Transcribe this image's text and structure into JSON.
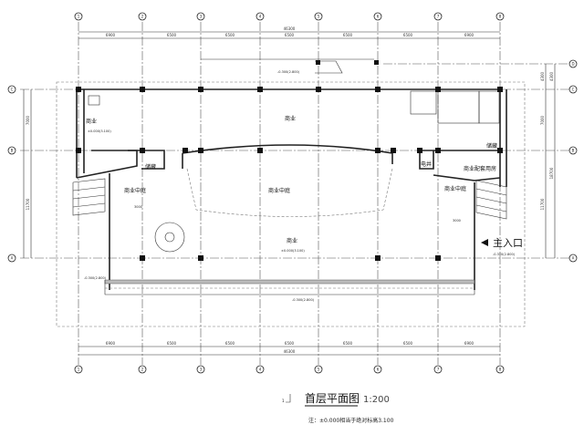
{
  "drawing": {
    "title": "首层平面图",
    "scale": "1:200",
    "note": "注：±0.000相当于绝对标高3.100",
    "section_mark": "1"
  },
  "grid": {
    "columns": [
      "1",
      "2",
      "3",
      "4",
      "5",
      "6",
      "7",
      "8"
    ],
    "rows": [
      "A",
      "B",
      "C",
      "D"
    ]
  },
  "dimensions": {
    "top_total": "46300",
    "top_spans": [
      "6900",
      "6500",
      "6500",
      "6500",
      "6500",
      "6500",
      "6900"
    ],
    "bottom_total": "46300",
    "bottom_spans": [
      "6900",
      "6500",
      "6500",
      "6500",
      "6500",
      "6500",
      "6900"
    ],
    "right_outer": [
      "4300",
      "18700"
    ],
    "right_inner": [
      "4300",
      "7000",
      "11700"
    ],
    "left": [
      "7000",
      "11700"
    ]
  },
  "rooms": {
    "shop_nw": "商业",
    "shop_north": "商业",
    "storage_w": "储藏",
    "atrium_w": "商业中庭",
    "atrium_center": "商业中庭",
    "shop_south": "商业",
    "elec_shaft": "电井",
    "support_room": "商业配套用房",
    "atrium_e": "商业中庭",
    "storage_e": "储藏",
    "entrance": "主入口"
  },
  "levels": {
    "shop_nw": "±0.000(3.100)",
    "shop_south": "±0.000(3.100)",
    "north_exterior": "-0.300(2.800)",
    "entrance": "-0.300(2.800)",
    "sw_exterior": "-0.300(2.800)",
    "south_exterior": "-0.300(2.800)",
    "atrium_dim": "3000"
  }
}
